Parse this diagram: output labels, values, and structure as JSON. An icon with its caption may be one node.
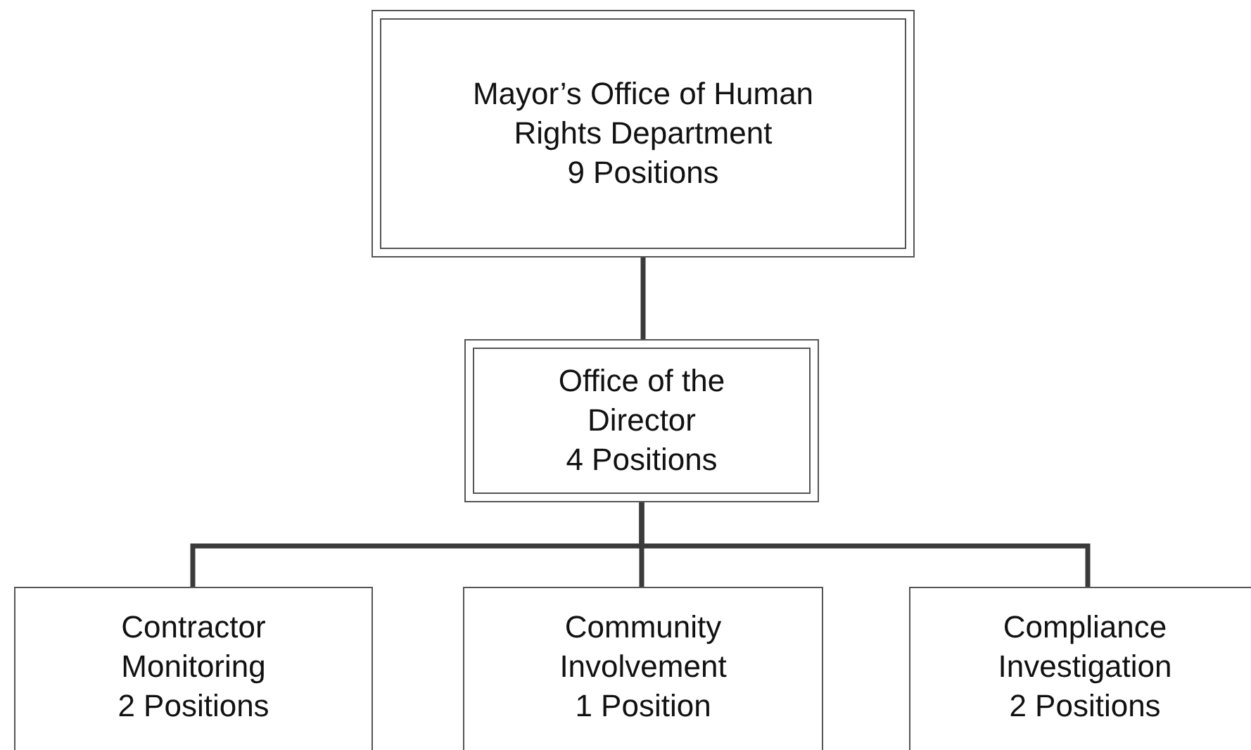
{
  "diagram": {
    "nodes": [
      {
        "text": [
          "Mayor’s Office of Human Rights Department",
          "9 Positions"
        ]
      },
      {
        "text": [
          "Office of the Director",
          "4 Positions"
        ]
      },
      {
        "text": [
          "Contractor Monitoring",
          "2 Positions"
        ]
      },
      {
        "text": [
          "Community Involvement",
          "1 Position"
        ]
      },
      {
        "text": [
          "Compliance Investigation",
          "2 Positions"
        ]
      }
    ],
    "edges": [
      {
        "from": 0,
        "to": 1,
        "arrow": "none"
      },
      {
        "from": 1,
        "to": 2,
        "arrow": "none"
      },
      {
        "from": 1,
        "to": 3,
        "arrow": "none"
      },
      {
        "from": 1,
        "to": 4,
        "arrow": "none"
      }
    ]
  }
}
